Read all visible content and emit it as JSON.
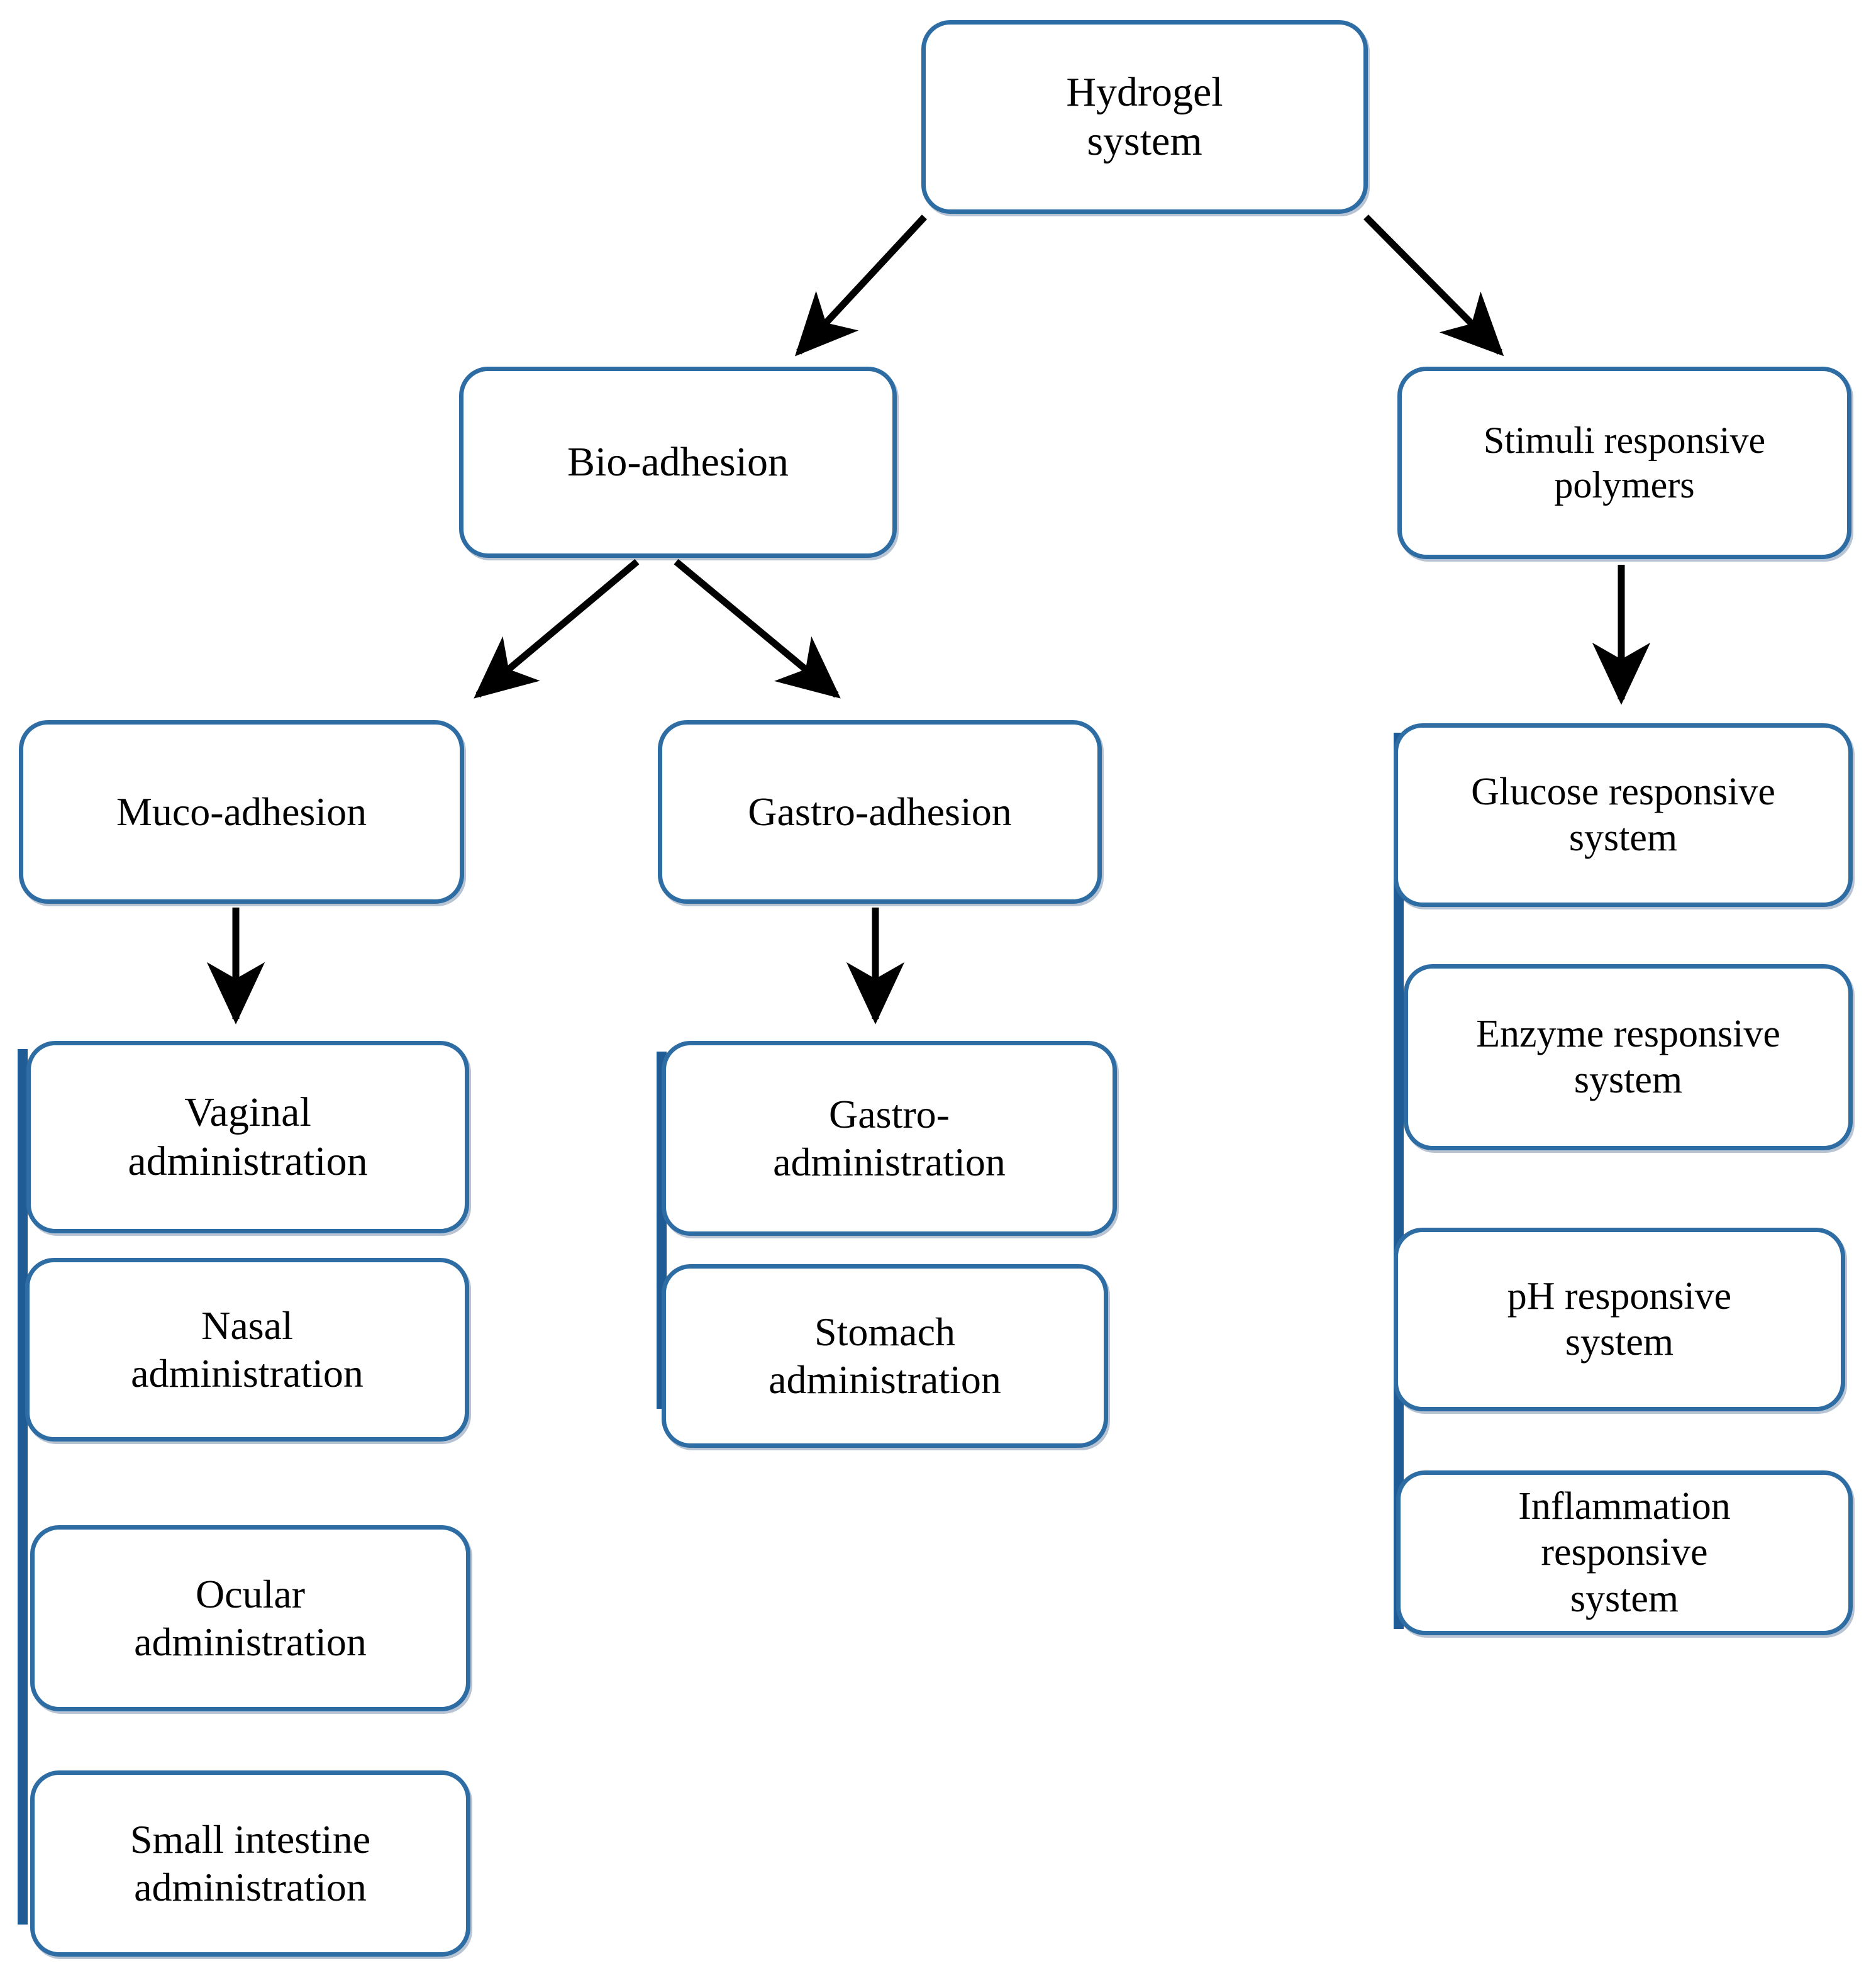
{
  "diagram": {
    "title": "Hydrogel system classification flowchart",
    "type": "flowchart",
    "colors": {
      "node_border": "#2e6da4",
      "node_fill": "#ffffff",
      "arrow": "#000000",
      "connector": "#1f5c96",
      "text": "#000000"
    },
    "nodes": {
      "root": {
        "label": "Hydrogel\nsystem"
      },
      "branch_left": {
        "label": "Bio-adhesion"
      },
      "branch_right": {
        "label": "Stimuli responsive\npolymers"
      },
      "muco_adhesion": {
        "label": "Muco-adhesion"
      },
      "gastro_adhesion": {
        "label": "Gastro-adhesion"
      },
      "vaginal": {
        "label": "Vaginal\nadministration"
      },
      "nasal": {
        "label": "Nasal\nadministration"
      },
      "ocular": {
        "label": "Ocular\nadministration"
      },
      "small_intestine": {
        "label": "Small intestine\nadministration"
      },
      "gastro_administration": {
        "label": "Gastro-\nadministration"
      },
      "stomach": {
        "label": "Stomach\nadministration"
      },
      "glucose": {
        "label": "Glucose responsive\nsystem"
      },
      "enzyme": {
        "label": "Enzyme responsive\nsystem"
      },
      "ph": {
        "label": "pH  responsive\nsystem"
      },
      "inflammation": {
        "label": "Inflammation\nresponsive\nsystem"
      }
    },
    "edges": [
      {
        "from": "root",
        "to": "branch_left",
        "style": "arrow"
      },
      {
        "from": "root",
        "to": "branch_right",
        "style": "arrow"
      },
      {
        "from": "branch_left",
        "to": "muco_adhesion",
        "style": "arrow"
      },
      {
        "from": "branch_left",
        "to": "gastro_adhesion",
        "style": "arrow"
      },
      {
        "from": "branch_right",
        "to": "glucose",
        "style": "arrow"
      },
      {
        "from": "muco_adhesion",
        "to": "vaginal",
        "style": "arrow"
      },
      {
        "from": "gastro_adhesion",
        "to": "gastro_administration",
        "style": "arrow"
      },
      {
        "from": "vaginal",
        "to": "nasal",
        "style": "bracket"
      },
      {
        "from": "vaginal",
        "to": "ocular",
        "style": "bracket"
      },
      {
        "from": "vaginal",
        "to": "small_intestine",
        "style": "bracket"
      },
      {
        "from": "gastro_administration",
        "to": "stomach",
        "style": "bracket"
      },
      {
        "from": "glucose",
        "to": "enzyme",
        "style": "bracket"
      },
      {
        "from": "glucose",
        "to": "ph",
        "style": "bracket"
      },
      {
        "from": "glucose",
        "to": "inflammation",
        "style": "bracket"
      }
    ]
  }
}
